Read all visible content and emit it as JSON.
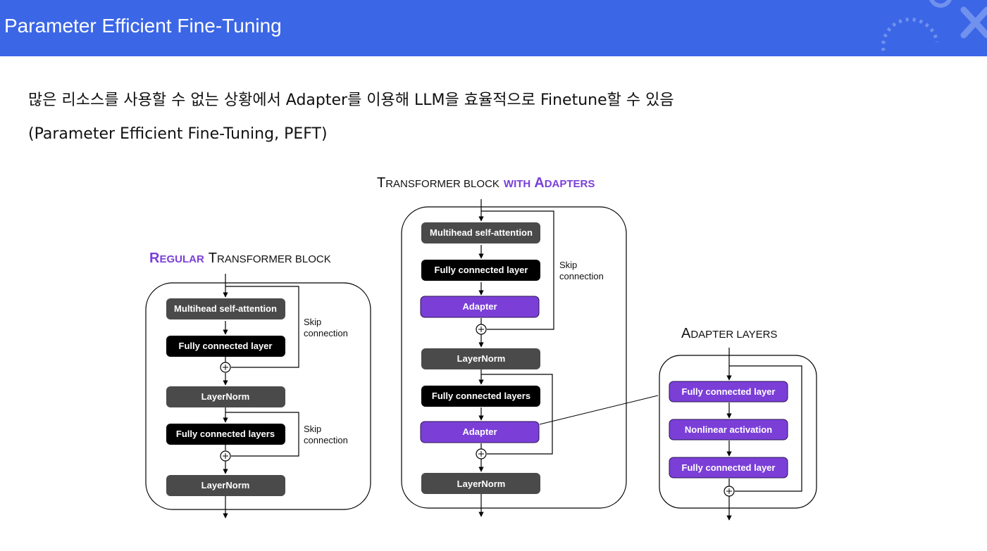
{
  "header": {
    "title": "Parameter Efficient Fine-Tuning"
  },
  "description": {
    "line1": "많은 리소스를 사용할 수 없는 상황에서 Adapter를 이용해 LLM을 효율적으로 Finetune할 수 있음",
    "line2": "(Parameter Efficient Fine-Tuning, PEFT)"
  },
  "colors": {
    "header_bg": "#3b66e6",
    "accent_purple": "#7b3fd8",
    "box_gray": "#4a4a4a",
    "box_black": "#000000"
  },
  "regular_block": {
    "title_prefix_cap": "R",
    "title_prefix_rest": "EGULAR",
    "title_main_cap": "T",
    "title_main_rest": "RANSFORMER BLOCK",
    "boxes": {
      "attention": "Multihead self-attention",
      "fc_layer": "Fully connected layer",
      "norm1": "LayerNorm",
      "fc_layers": "Fully connected layers",
      "norm2": "LayerNorm"
    },
    "skip1_line1": "Skip",
    "skip1_line2": "connection",
    "skip2_line1": "Skip",
    "skip2_line2": "connection"
  },
  "adapter_block": {
    "title_main_cap": "T",
    "title_main_rest": "RANSFORMER BLOCK",
    "title_with": "WITH",
    "title_adapters_cap": "A",
    "title_adapters_rest": "DAPTERS",
    "boxes": {
      "attention": "Multihead self-attention",
      "fc_layer": "Fully connected layer",
      "adapter1": "Adapter",
      "norm1": "LayerNorm",
      "fc_layers": "Fully connected layers",
      "adapter2": "Adapter",
      "norm2": "LayerNorm"
    },
    "skip_line1": "Skip",
    "skip_line2": "connection"
  },
  "adapter_layers": {
    "title_cap": "A",
    "title_rest": "DAPTER LAYERS",
    "boxes": {
      "fc1": "Fully connected layer",
      "activation": "Nonlinear activation",
      "fc2": "Fully connected layer"
    }
  }
}
